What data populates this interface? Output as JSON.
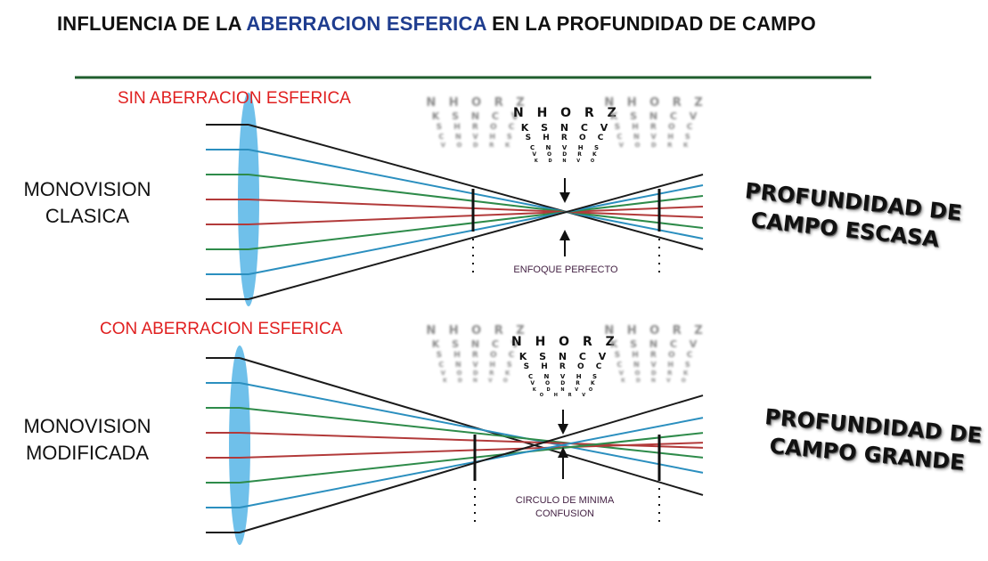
{
  "title": {
    "part1": "INFLUENCIA DE LA ",
    "highlight": "ABERRACION ESFERICA",
    "part2": " EN LA PROFUNDIDAD DE CAMPO"
  },
  "top_panel": {
    "heading": "SIN ABERRACION ESFERICA",
    "left_label_line1": "MONOVISION",
    "left_label_line2": "CLASICA",
    "focus_label": "ENFOQUE PERFECTO",
    "result_line1": "PROFUNDIDAD DE",
    "result_line2": "CAMPO ESCASA"
  },
  "bottom_panel": {
    "heading": "CON ABERRACION ESFERICA",
    "left_label_line1": "MONOVISION",
    "left_label_line2": "MODIFICADA",
    "focus_label_line1": "CIRCULO DE MINIMA",
    "focus_label_line2": "CONFUSION",
    "result_line1": "PROFUNDIDAD DE",
    "result_line2": "CAMPO GRANDE"
  },
  "eye_chart": {
    "rows": [
      "N H O R Z",
      "K S N C V",
      "S H R O C",
      "C N V H S",
      "V O D R K",
      "K D N V O",
      "O H R V"
    ]
  },
  "colors": {
    "title_highlight": "#1f3d8f",
    "heading_red": "#e02020",
    "rule_green": "#1f5e2e",
    "lens": "#6fc0ea",
    "ray_black": "#1a1a1a",
    "ray_blue": "#2b8fbf",
    "ray_green": "#2e8b4a",
    "ray_red": "#b23a3a"
  }
}
